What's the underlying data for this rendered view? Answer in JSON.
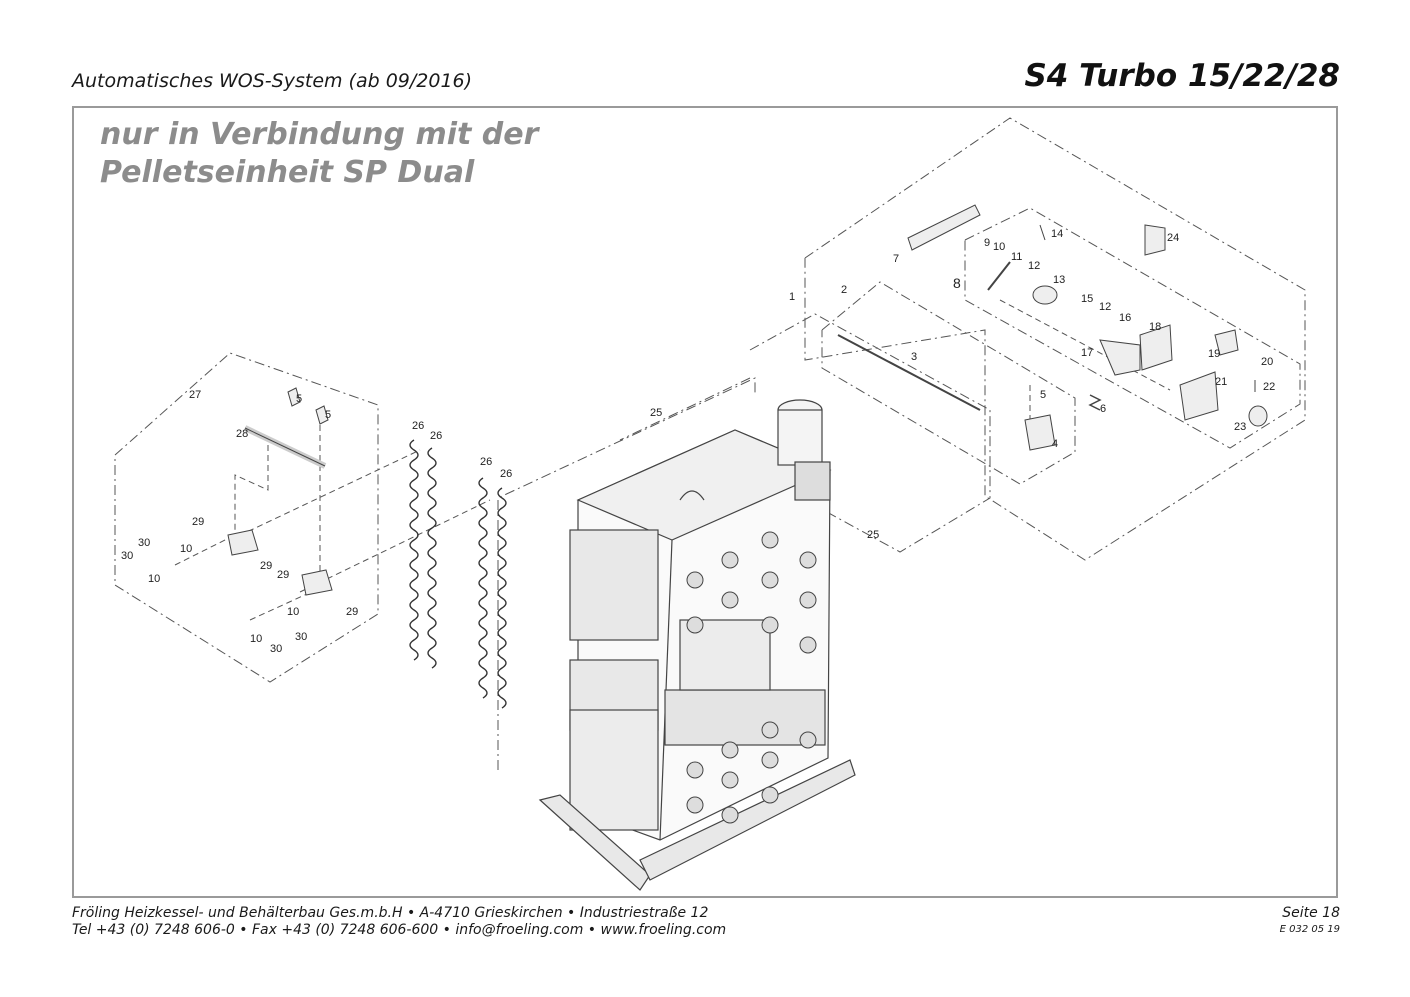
{
  "header": {
    "subtitle": "Automatisches WOS-System (ab 09/2016)",
    "title": "S4 Turbo 15/22/28"
  },
  "note": {
    "line1": "nur in Verbindung mit der",
    "line2": "Pelletseinheit SP Dual"
  },
  "footer": {
    "line1": "Fröling Heizkessel- und Behälterbau Ges.m.b.H   •   A-4710 Grieskirchen   •   Industriestraße 12",
    "line2": "Tel +43 (0) 7248 606-0   •   Fax +43 (0) 7248 606-600   •   info@froeling.com   •   www.froeling.com",
    "page": "Seite 18",
    "doc_number": "E 032 05 19"
  },
  "part_labels": {
    "p1": "1",
    "p2": "2",
    "p3": "3",
    "p4": "4",
    "p5a": "5",
    "p5b": "5",
    "p5c": "5",
    "p6": "6",
    "p7": "7",
    "p8": "8",
    "p9": "9",
    "p10a": "10",
    "p10b": "10",
    "p10c": "10",
    "p10d": "10",
    "p10e": "10",
    "p11": "11",
    "p12a": "12",
    "p12b": "12",
    "p13": "13",
    "p14": "14",
    "p15": "15",
    "p16": "16",
    "p17": "17",
    "p18": "18",
    "p19": "19",
    "p20": "20",
    "p21": "21",
    "p22": "22",
    "p23": "23",
    "p24": "24",
    "p25a": "25",
    "p25b": "25",
    "p26a": "26",
    "p26b": "26",
    "p26c": "26",
    "p26d": "26",
    "p27": "27",
    "p28": "28",
    "p29a": "29",
    "p29b": "29",
    "p29c": "29",
    "p29d": "29",
    "p30a": "30",
    "p30b": "30",
    "p30c": "30",
    "p30d": "30"
  }
}
